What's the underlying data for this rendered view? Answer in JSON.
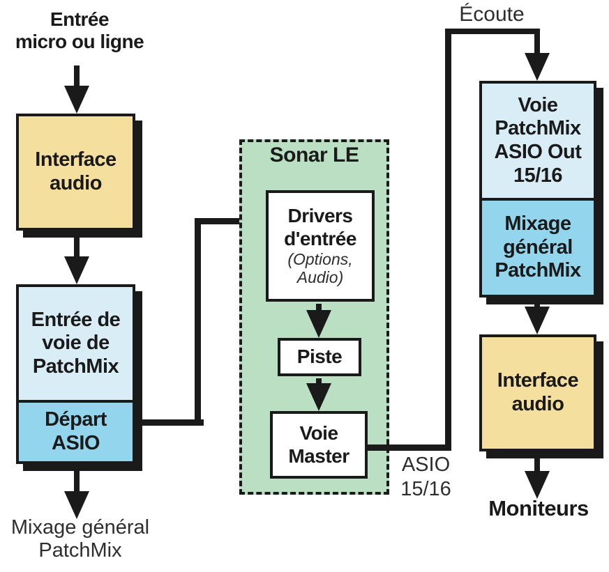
{
  "colors": {
    "yellow_box": "#F5DF9F",
    "light_blue_box": "#D8EDF5",
    "medium_blue_box": "#92D5EC",
    "green_panel": "#BADFC3",
    "ink": "#1A1A1A",
    "background": "#FFFFFF"
  },
  "labels": {
    "input_source": [
      "Entrée",
      "micro ou ligne"
    ],
    "mixage_general_output": [
      "Mixage général",
      "PatchMix"
    ],
    "ecoute": "Écoute",
    "asio_channels": [
      "ASIO",
      "15/16"
    ],
    "moniteurs": "Moniteurs"
  },
  "left_chain": {
    "interface_audio": [
      "Interface",
      "audio"
    ],
    "entree_voie_patchmix": [
      "Entrée de",
      "voie de",
      "PatchMix"
    ],
    "depart_asio": [
      "Départ",
      "ASIO"
    ]
  },
  "sonar_panel": {
    "title": "Sonar LE",
    "drivers_entree": [
      "Drivers",
      "d'entrée"
    ],
    "drivers_note": [
      "(Options,",
      "Audio)"
    ],
    "piste": "Piste",
    "voie_master": [
      "Voie",
      "Master"
    ]
  },
  "right_chain": {
    "voie_patchmix_asio_out": [
      "Voie",
      "PatchMix",
      "ASIO Out",
      "15/16"
    ],
    "mixage_general_patchmix": [
      "Mixage",
      "général",
      "PatchMix"
    ],
    "interface_audio": [
      "Interface",
      "audio"
    ]
  }
}
